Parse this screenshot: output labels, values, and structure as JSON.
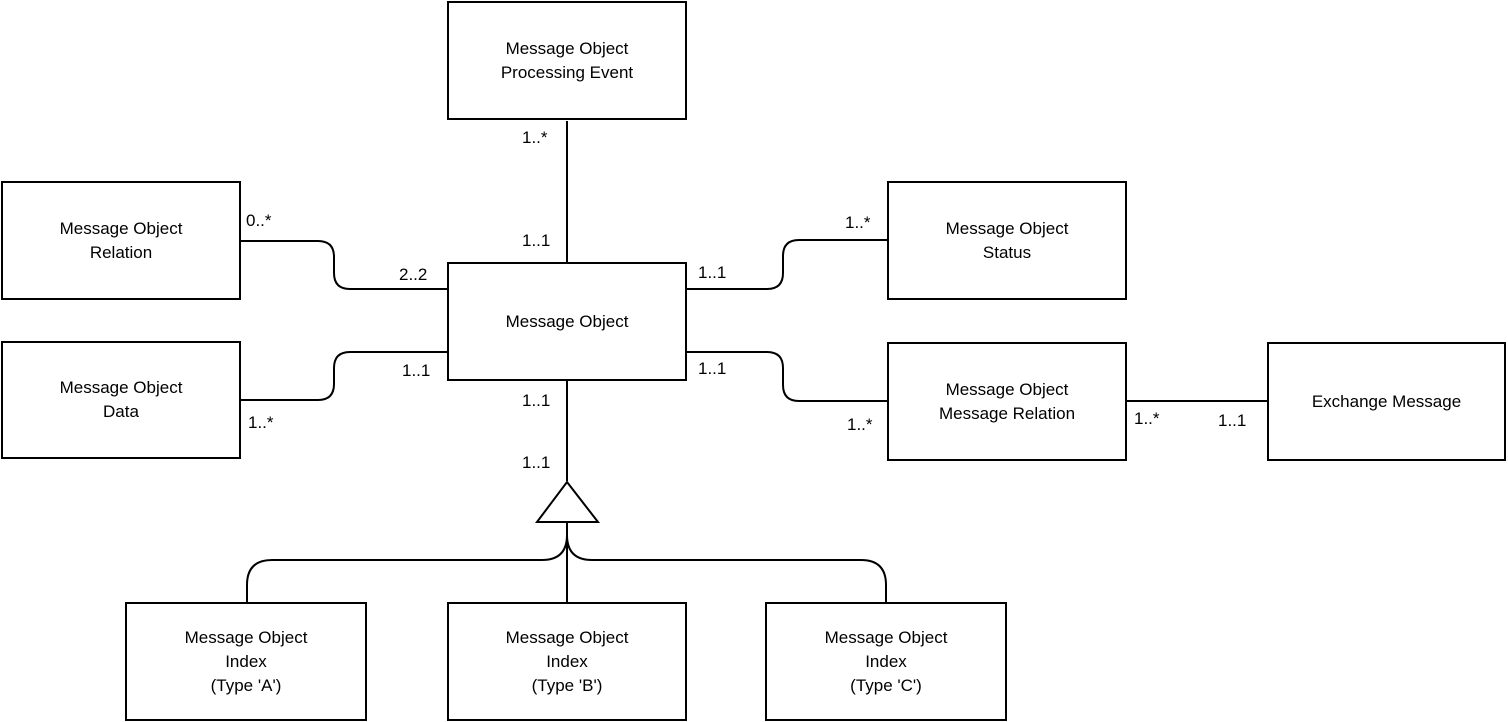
{
  "diagram": {
    "kind": "uml-class-relationship-diagram",
    "colors": {
      "background": "#ffffff",
      "line": "#000000",
      "text": "#000000",
      "node_fill": "#ffffff"
    },
    "nodes": [
      {
        "id": "message-object-processing-event",
        "label": "Message Object\nProcessing Event"
      },
      {
        "id": "message-object-relation",
        "label": "Message Object\nRelation"
      },
      {
        "id": "message-object-data",
        "label": "Message Object\nData"
      },
      {
        "id": "message-object",
        "label": "Message Object"
      },
      {
        "id": "message-object-status",
        "label": "Message Object\nStatus"
      },
      {
        "id": "message-object-message-relation",
        "label": "Message Object\nMessage Relation"
      },
      {
        "id": "exchange-message",
        "label": "Exchange Message"
      },
      {
        "id": "message-object-index-a",
        "label": "Message Object\nIndex\n(Type 'A')"
      },
      {
        "id": "message-object-index-b",
        "label": "Message Object\nIndex\n(Type 'B')"
      },
      {
        "id": "message-object-index-c",
        "label": "Message Object\nIndex\n(Type 'C')"
      }
    ],
    "edges": [
      {
        "source": "message-object-processing-event",
        "target": "message-object",
        "source_label": "1..*",
        "target_label": "1..1",
        "type": "association"
      },
      {
        "source": "message-object",
        "target": "message-object-relation",
        "source_label": "2..2",
        "target_label": "0..*",
        "type": "association"
      },
      {
        "source": "message-object-data",
        "target": "message-object",
        "source_label": "1..*",
        "target_label": "1..1",
        "type": "association"
      },
      {
        "source": "message-object",
        "target": "message-object-status",
        "source_label": "1..1",
        "target_label": "1..*",
        "type": "association"
      },
      {
        "source": "message-object",
        "target": "message-object-message-relation",
        "source_label": "1..1",
        "target_label": "1..*",
        "type": "association"
      },
      {
        "source": "message-object-message-relation",
        "target": "exchange-message",
        "source_label": "1..*",
        "target_label": "1..1",
        "type": "association"
      },
      {
        "source": "message-object",
        "target": "message-object-index-a,message-object-index-b,message-object-index-c",
        "source_label": "1..1",
        "target_label": "1..1",
        "type": "generalization"
      }
    ]
  }
}
